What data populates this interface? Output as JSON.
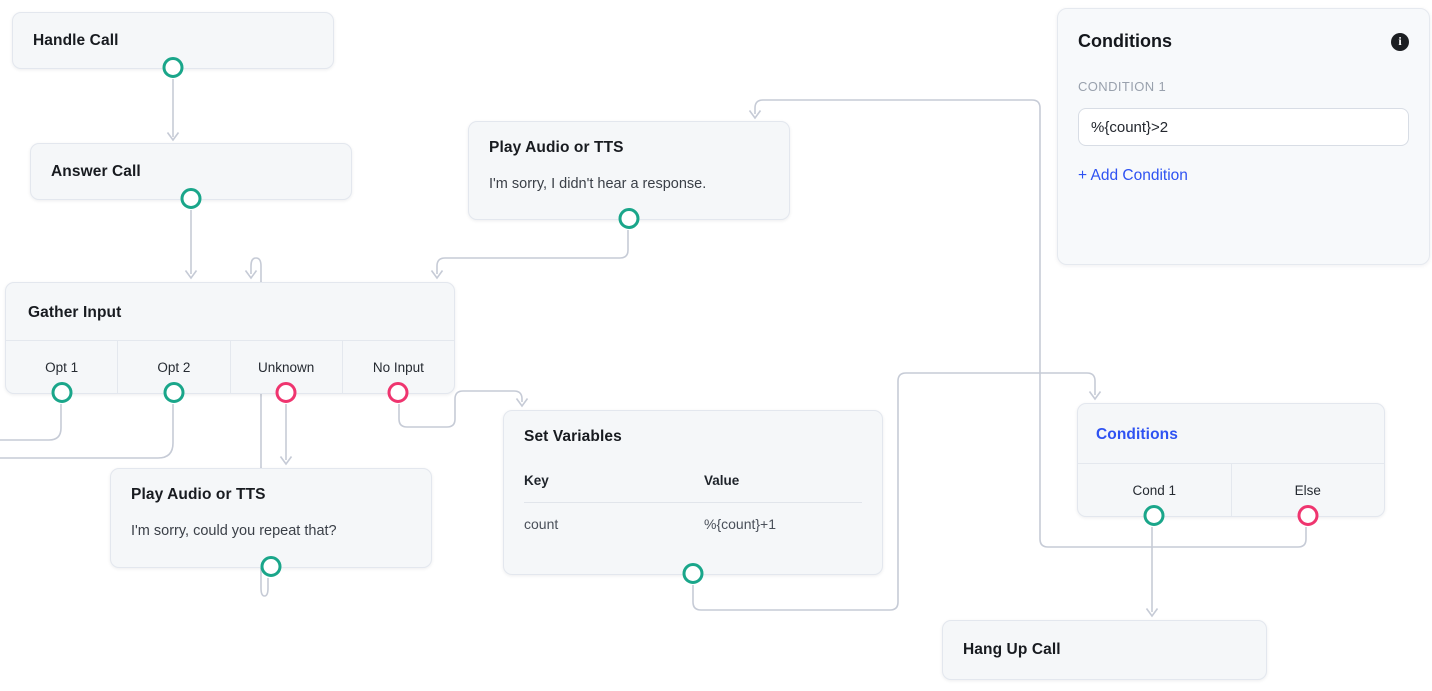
{
  "app": {
    "type": "call-flow-builder"
  },
  "colors": {
    "port_success": "#1aa68a",
    "port_fail": "#ef356f",
    "selected_node_title": "#2e52f2",
    "edge": "#c6cbd6",
    "node_bg": "#f5f7f9",
    "link_blue": "#2e52f2"
  },
  "nodes": {
    "handle_call": {
      "title": "Handle Call"
    },
    "answer_call": {
      "title": "Answer Call"
    },
    "play_audio_no_response": {
      "title": "Play Audio or TTS",
      "body": "I'm sorry, I didn't hear a response."
    },
    "gather_input": {
      "title": "Gather Input",
      "outputs": [
        {
          "label": "Opt 1",
          "port_color": "#1aa68a"
        },
        {
          "label": "Opt 2",
          "port_color": "#1aa68a"
        },
        {
          "label": "Unknown",
          "port_color": "#ef356f"
        },
        {
          "label": "No Input",
          "port_color": "#ef356f"
        }
      ]
    },
    "play_audio_repeat": {
      "title": "Play Audio or TTS",
      "body": "I'm sorry, could you repeat that?"
    },
    "set_variables": {
      "title": "Set Variables",
      "columns": {
        "key": "Key",
        "value": "Value"
      },
      "rows": [
        {
          "key": "count",
          "value": "%{count}+1"
        }
      ]
    },
    "conditions": {
      "title": "Conditions",
      "selected": true,
      "outputs": [
        {
          "label": "Cond 1",
          "port_color": "#1aa68a"
        },
        {
          "label": "Else",
          "port_color": "#ef356f"
        }
      ]
    },
    "hang_up_call": {
      "title": "Hang Up Call"
    }
  },
  "panel": {
    "title": "Conditions",
    "info_icon": "i",
    "condition_label": "CONDITION 1",
    "condition_value": "%{count}>2",
    "add_condition_label": "+ Add Condition"
  }
}
